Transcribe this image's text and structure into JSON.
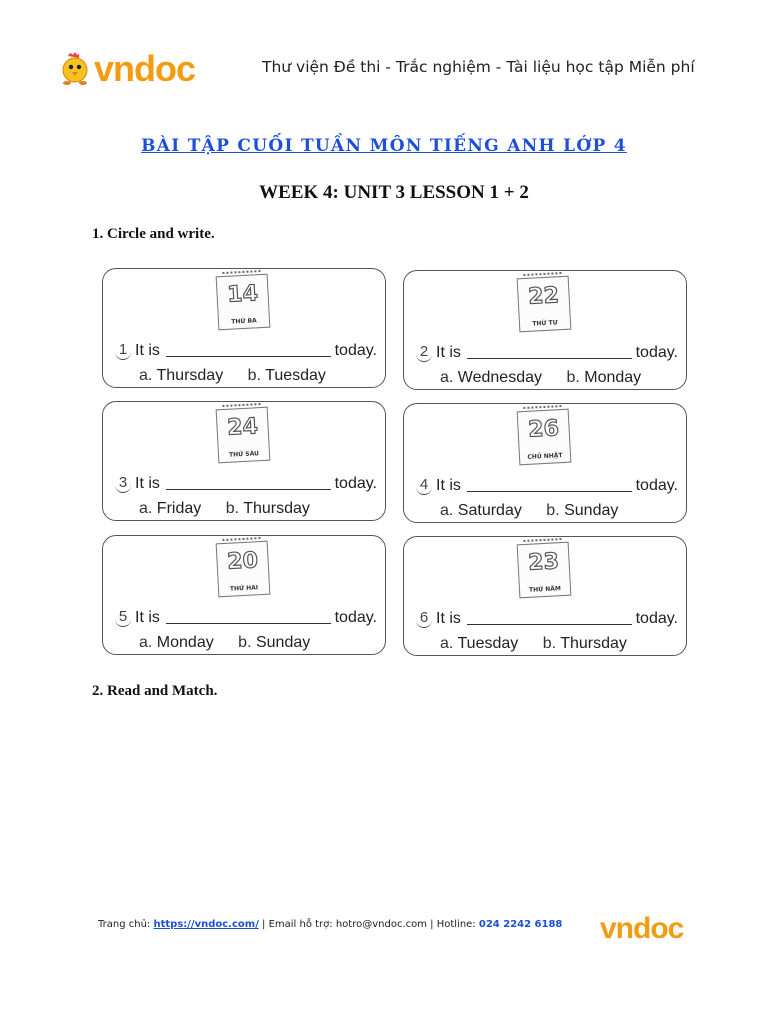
{
  "header": {
    "logo_text": "vndoc",
    "tagline": "Thư viện Đề thi - Trắc nghiệm - Tài liệu học tập Miễn phí"
  },
  "title": "BÀI TẬP CUỐI TUẦN MÔN TIẾNG ANH LỚP 4",
  "week_title": "WEEK 4: UNIT 3 LESSON 1 + 2",
  "section1": "1. Circle and write.",
  "section2": "2. Read and Match.",
  "cards": [
    {
      "num": "1",
      "date": "14",
      "day": "THỨ BA",
      "prefix": "It is",
      "suffix": "today.",
      "a_label": "a.",
      "a": "Thursday",
      "b_label": "b.",
      "b": "Tuesday"
    },
    {
      "num": "2",
      "date": "22",
      "day": "THỨ TƯ",
      "prefix": "It is",
      "suffix": "today.",
      "a_label": "a.",
      "a": "Wednesday",
      "b_label": "b.",
      "b": "Monday"
    },
    {
      "num": "3",
      "date": "24",
      "day": "THỨ SÁU",
      "prefix": "It is",
      "suffix": "today.",
      "a_label": "a.",
      "a": "Friday",
      "b_label": "b.",
      "b": "Thursday"
    },
    {
      "num": "4",
      "date": "26",
      "day": "CHỦ NHẬT",
      "prefix": "It is",
      "suffix": "today.",
      "a_label": "a.",
      "a": "Saturday",
      "b_label": "b.",
      "b": "Sunday"
    },
    {
      "num": "5",
      "date": "20",
      "day": "THỨ HAI",
      "prefix": "It is",
      "suffix": "today.",
      "a_label": "a.",
      "a": "Monday",
      "b_label": "b.",
      "b": "Sunday"
    },
    {
      "num": "6",
      "date": "23",
      "day": "THỨ NĂM",
      "prefix": "It is",
      "suffix": "today.",
      "a_label": "a.",
      "a": "Tuesday",
      "b_label": "b.",
      "b": "Thursday"
    }
  ],
  "footer": {
    "home_label": "Trang chủ:",
    "home_url": "https://vndoc.com/",
    "email": "| Email hỗ trợ: hotro@vndoc.com | Hotline:",
    "hotline": "024 2242 6188",
    "logo_text": "vndoc"
  },
  "colors": {
    "brand": "#f39c12",
    "title": "#1d4fd8"
  }
}
